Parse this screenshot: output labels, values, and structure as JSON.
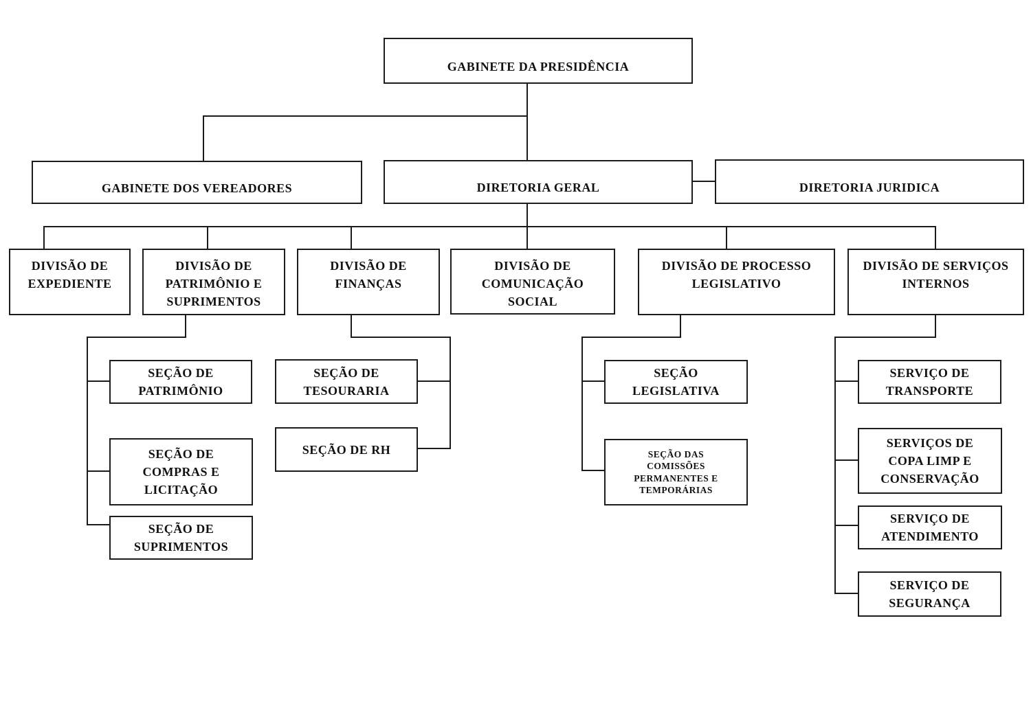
{
  "diagram": {
    "type": "org-chart",
    "background_color": "#ffffff",
    "line_color": "#1a1a1a",
    "box_border_color": "#1c1c1c",
    "text_color": "#111111",
    "nodes": {
      "presidencia": "GABINETE DA PRESIDÊNCIA",
      "vereadores": "GABINETE DOS VEREADORES",
      "diretoria_geral": "DIRETORIA GERAL",
      "diretoria_juridica": "DIRETORIA JURIDICA",
      "div_expediente": "DIVISÃO DE EXPEDIENTE",
      "div_patrimonio": "DIVISÃO DE PATRIMÔNIO E SUPRIMENTOS",
      "div_financas": "DIVISÃO DE FINANÇAS",
      "div_comunicacao": "DIVISÃO DE COMUNICAÇÃO SOCIAL",
      "div_processo": "DIVISÃO DE PROCESSO LEGISLATIVO",
      "div_servicos": "DIVISÃO DE SERVIÇOS INTERNOS",
      "sec_patrimonio": "SEÇÃO DE PATRIMÔNIO",
      "sec_compras": "SEÇÃO DE COMPRAS E LICITAÇÃO",
      "sec_suprimentos": "SEÇÃO DE SUPRIMENTOS",
      "sec_tesouraria": "SEÇÃO DE TESOURARIA",
      "sec_rh": "SEÇÃO DE RH",
      "sec_legislativa": "SEÇÃO LEGISLATIVA",
      "sec_comissoes": "SEÇÃO DAS COMISSÕES PERMANENTES E TEMPORÁRIAS",
      "srv_transporte": "SERVIÇO DE TRANSPORTE",
      "srv_copa": "SERVIÇOS DE COPA LIMP E CONSERVAÇÃO",
      "srv_atendimento": "SERVIÇO DE ATENDIMENTO",
      "srv_seguranca": "SERVIÇO DE SEGURANÇA"
    },
    "edges": [
      [
        "presidencia",
        "vereadores"
      ],
      [
        "presidencia",
        "diretoria_geral"
      ],
      [
        "diretoria_geral",
        "diretoria_juridica"
      ],
      [
        "diretoria_geral",
        "div_expediente"
      ],
      [
        "diretoria_geral",
        "div_patrimonio"
      ],
      [
        "diretoria_geral",
        "div_financas"
      ],
      [
        "diretoria_geral",
        "div_comunicacao"
      ],
      [
        "diretoria_geral",
        "div_processo"
      ],
      [
        "diretoria_geral",
        "div_servicos"
      ],
      [
        "div_patrimonio",
        "sec_patrimonio"
      ],
      [
        "div_patrimonio",
        "sec_compras"
      ],
      [
        "div_patrimonio",
        "sec_suprimentos"
      ],
      [
        "div_financas",
        "sec_tesouraria"
      ],
      [
        "div_financas",
        "sec_rh"
      ],
      [
        "div_processo",
        "sec_legislativa"
      ],
      [
        "div_processo",
        "sec_comissoes"
      ],
      [
        "div_servicos",
        "srv_transporte"
      ],
      [
        "div_servicos",
        "srv_copa"
      ],
      [
        "div_servicos",
        "srv_atendimento"
      ],
      [
        "div_servicos",
        "srv_seguranca"
      ]
    ]
  }
}
